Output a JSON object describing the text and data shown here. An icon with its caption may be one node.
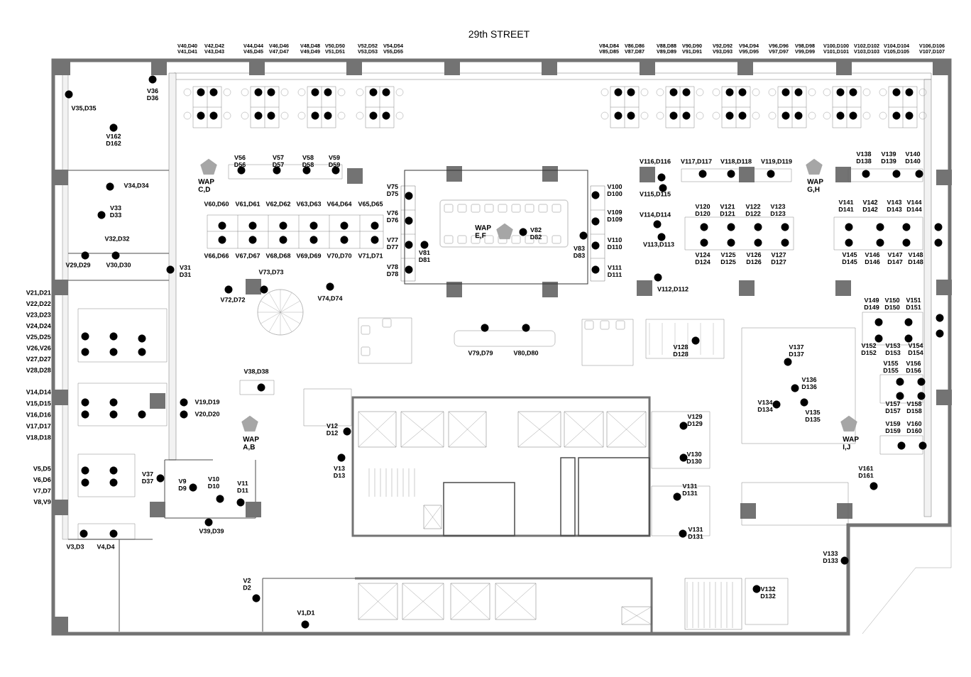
{
  "diagram": {
    "title": "29th STREET",
    "nodes": [
      {
        "text": [
          "WAP C,D"
        ]
      },
      {
        "text": [
          "WAP G,H"
        ]
      },
      {
        "text": [
          "WAP E,F"
        ]
      },
      {
        "text": [
          "WAP A,B"
        ]
      },
      {
        "text": [
          "WAP I,J"
        ]
      }
    ],
    "labels": [
      "V40,D40 V41,D41",
      "V42,D42 V43,D43",
      "V44,D44 V45,D45",
      "V46,D46 V47,D47",
      "V48,D48 V49,D49",
      "V50,D50 V51,D51",
      "V52,D52 V53,D53",
      "V54,D54 V55,D55",
      "V84,D84 V85,D85",
      "V86,D86 V87,D87",
      "V88,D88 V89,D89",
      "V90,D90 V91,D91",
      "V92,D92 V93,D93",
      "V94,D94 V95,D95",
      "V96,D96 V97,D97",
      "V98,D98 V99,D99",
      "V100,D100 V101,D101",
      "V102,D102 V103,D103",
      "V104,D104 V105,D105",
      "V106,D106 V107,D107",
      "V36 D36",
      "V35,D35",
      "V162 D162",
      "V56 D56",
      "V57 D57",
      "V58 D58",
      "V59 D59",
      "V116,D116",
      "V117,D117",
      "V118,D118",
      "V119,D119",
      "V138 D138",
      "V139 D139",
      "V140 D140",
      "V34,D34",
      "V75 D75",
      "V100 D100",
      "V115,D115",
      "V33 D33",
      "V60,D60",
      "V61,D61",
      "V62,D62",
      "V63,D63",
      "V64,D64",
      "V65,D65",
      "V76 D76",
      "V109 D109",
      "V114,D114",
      "V120 D120",
      "V121 D121",
      "V122 D122",
      "V123 D123",
      "V141 D141",
      "V142 D142",
      "V143 D143",
      "V144 D144",
      "V32,D32",
      "V77 D77",
      "V82 D82",
      "V110 D110",
      "V113,D113",
      "V66,D66",
      "V67,D67",
      "V68,D68",
      "V69,D69",
      "V70,D70",
      "V71,D71",
      "V81 D81",
      "V83 D83",
      "V124 D124",
      "V125 D125",
      "V126 D126",
      "V127 D127",
      "V145 D145",
      "V146 D146",
      "V147 D147",
      "V148 D148",
      "V29,D29",
      "V30,D30",
      "V31 D31",
      "V73,D73",
      "V78 D78",
      "V111 D111",
      "V21,D21",
      "V112,D112",
      "V22,D22",
      "V72,D72",
      "V74,D74",
      "V149 D149",
      "V150 D150",
      "V151 D151",
      "V23,D23",
      "V24,D24",
      "V25,D25",
      "V26,V26",
      "V79,D79",
      "V80,D80",
      "V128 D128",
      "V137 D137",
      "V152 D152",
      "V153 D153",
      "V154 D154",
      "V27,D27",
      "V28,D28",
      "V38,D38",
      "V155 D155",
      "V156 D156",
      "V136 D136",
      "V14,D14",
      "V15,D15",
      "V19,D19",
      "V134 D134",
      "V157 D157",
      "V158 D158",
      "V16,D16",
      "V20,D20",
      "V129 D129",
      "V135 D135",
      "V17,D17",
      "V12 D12",
      "V159 D159",
      "V160 D160",
      "V18,D18",
      "V130 D130",
      "V5,D5",
      "V13 D13",
      "V161 D161",
      "V6,D6",
      "V37 D37",
      "V9 D9",
      "V10 D10",
      "V11 D11",
      "V131 D131",
      "V7,D7",
      "V8,V9",
      "V39,D39",
      "V131 D131",
      "V3,D3",
      "V4,D4",
      "V133 D133",
      "V2 D2",
      "V132 D132",
      "V1,D1"
    ]
  }
}
